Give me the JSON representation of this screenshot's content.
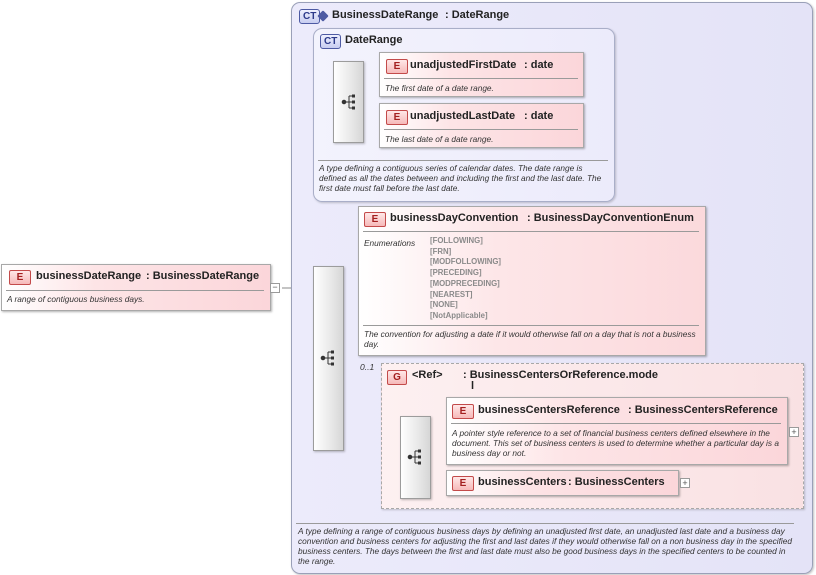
{
  "root_element": {
    "badge": "E",
    "name": "businessDateRange",
    "type": ": BusinessDateRange",
    "description": "A range of contiguous business days."
  },
  "complex_type": {
    "badge": "CT",
    "name": "BusinessDateRange",
    "type": ": DateRange",
    "description": "A type defining a range of contiguous business days by defining an unadjusted first date, an unadjusted last date and a business day convention and business centers for adjusting the first and last dates if they would otherwise fall on a non business day in the specified business centers. The days between the first and last date must also be good business days in the specified centers to be counted in the range."
  },
  "base_type": {
    "badge": "CT",
    "name": "DateRange",
    "description": "A type defining a contiguous series of calendar dates. The date range is defined as all the dates between and including the first and the last date. The first date must fall before the last date."
  },
  "unadjusted_first_date": {
    "badge": "E",
    "name": "unadjustedFirstDate",
    "type": ": date",
    "description": "The first date of a date range."
  },
  "unadjusted_last_date": {
    "badge": "E",
    "name": "unadjustedLastDate",
    "type": ": date",
    "description": "The last date of a date range."
  },
  "business_day_convention": {
    "badge": "E",
    "name": "businessDayConvention",
    "type": ": BusinessDayConventionEnum",
    "enumerations_label": "Enumerations",
    "enumerations": [
      "[FOLLOWING]",
      "[FRN]",
      "[MODFOLLOWING]",
      "[PRECEDING]",
      "[MODPRECEDING]",
      "[NEAREST]",
      "[NONE]",
      "[NotApplicable]"
    ],
    "description": "The convention for adjusting a date if it would otherwise fall on a day that is not a business day."
  },
  "group": {
    "occurrence": "0..1",
    "badge": "G",
    "ref": "<Ref>",
    "type_line1": ": BusinessCentersOrReference.mode",
    "type_line2": "l"
  },
  "business_centers_reference": {
    "badge": "E",
    "name": "businessCentersReference",
    "type": ": BusinessCentersReference",
    "description": "A pointer style reference to a set of financial business centers defined elsewhere in the document. This set of business centers is used to determine whether a particular day is a business day or not."
  },
  "business_centers": {
    "badge": "E",
    "name": "businessCenters",
    "type": ": BusinessCenters"
  },
  "expand_symbols": {
    "plus": "+",
    "minus": "−"
  },
  "colors": {
    "complex_type_bg": "#e6e5f8",
    "element_bg": "#fbd6da",
    "element_badge": "#a31f1f",
    "ct_badge": "#2c3a8a"
  }
}
